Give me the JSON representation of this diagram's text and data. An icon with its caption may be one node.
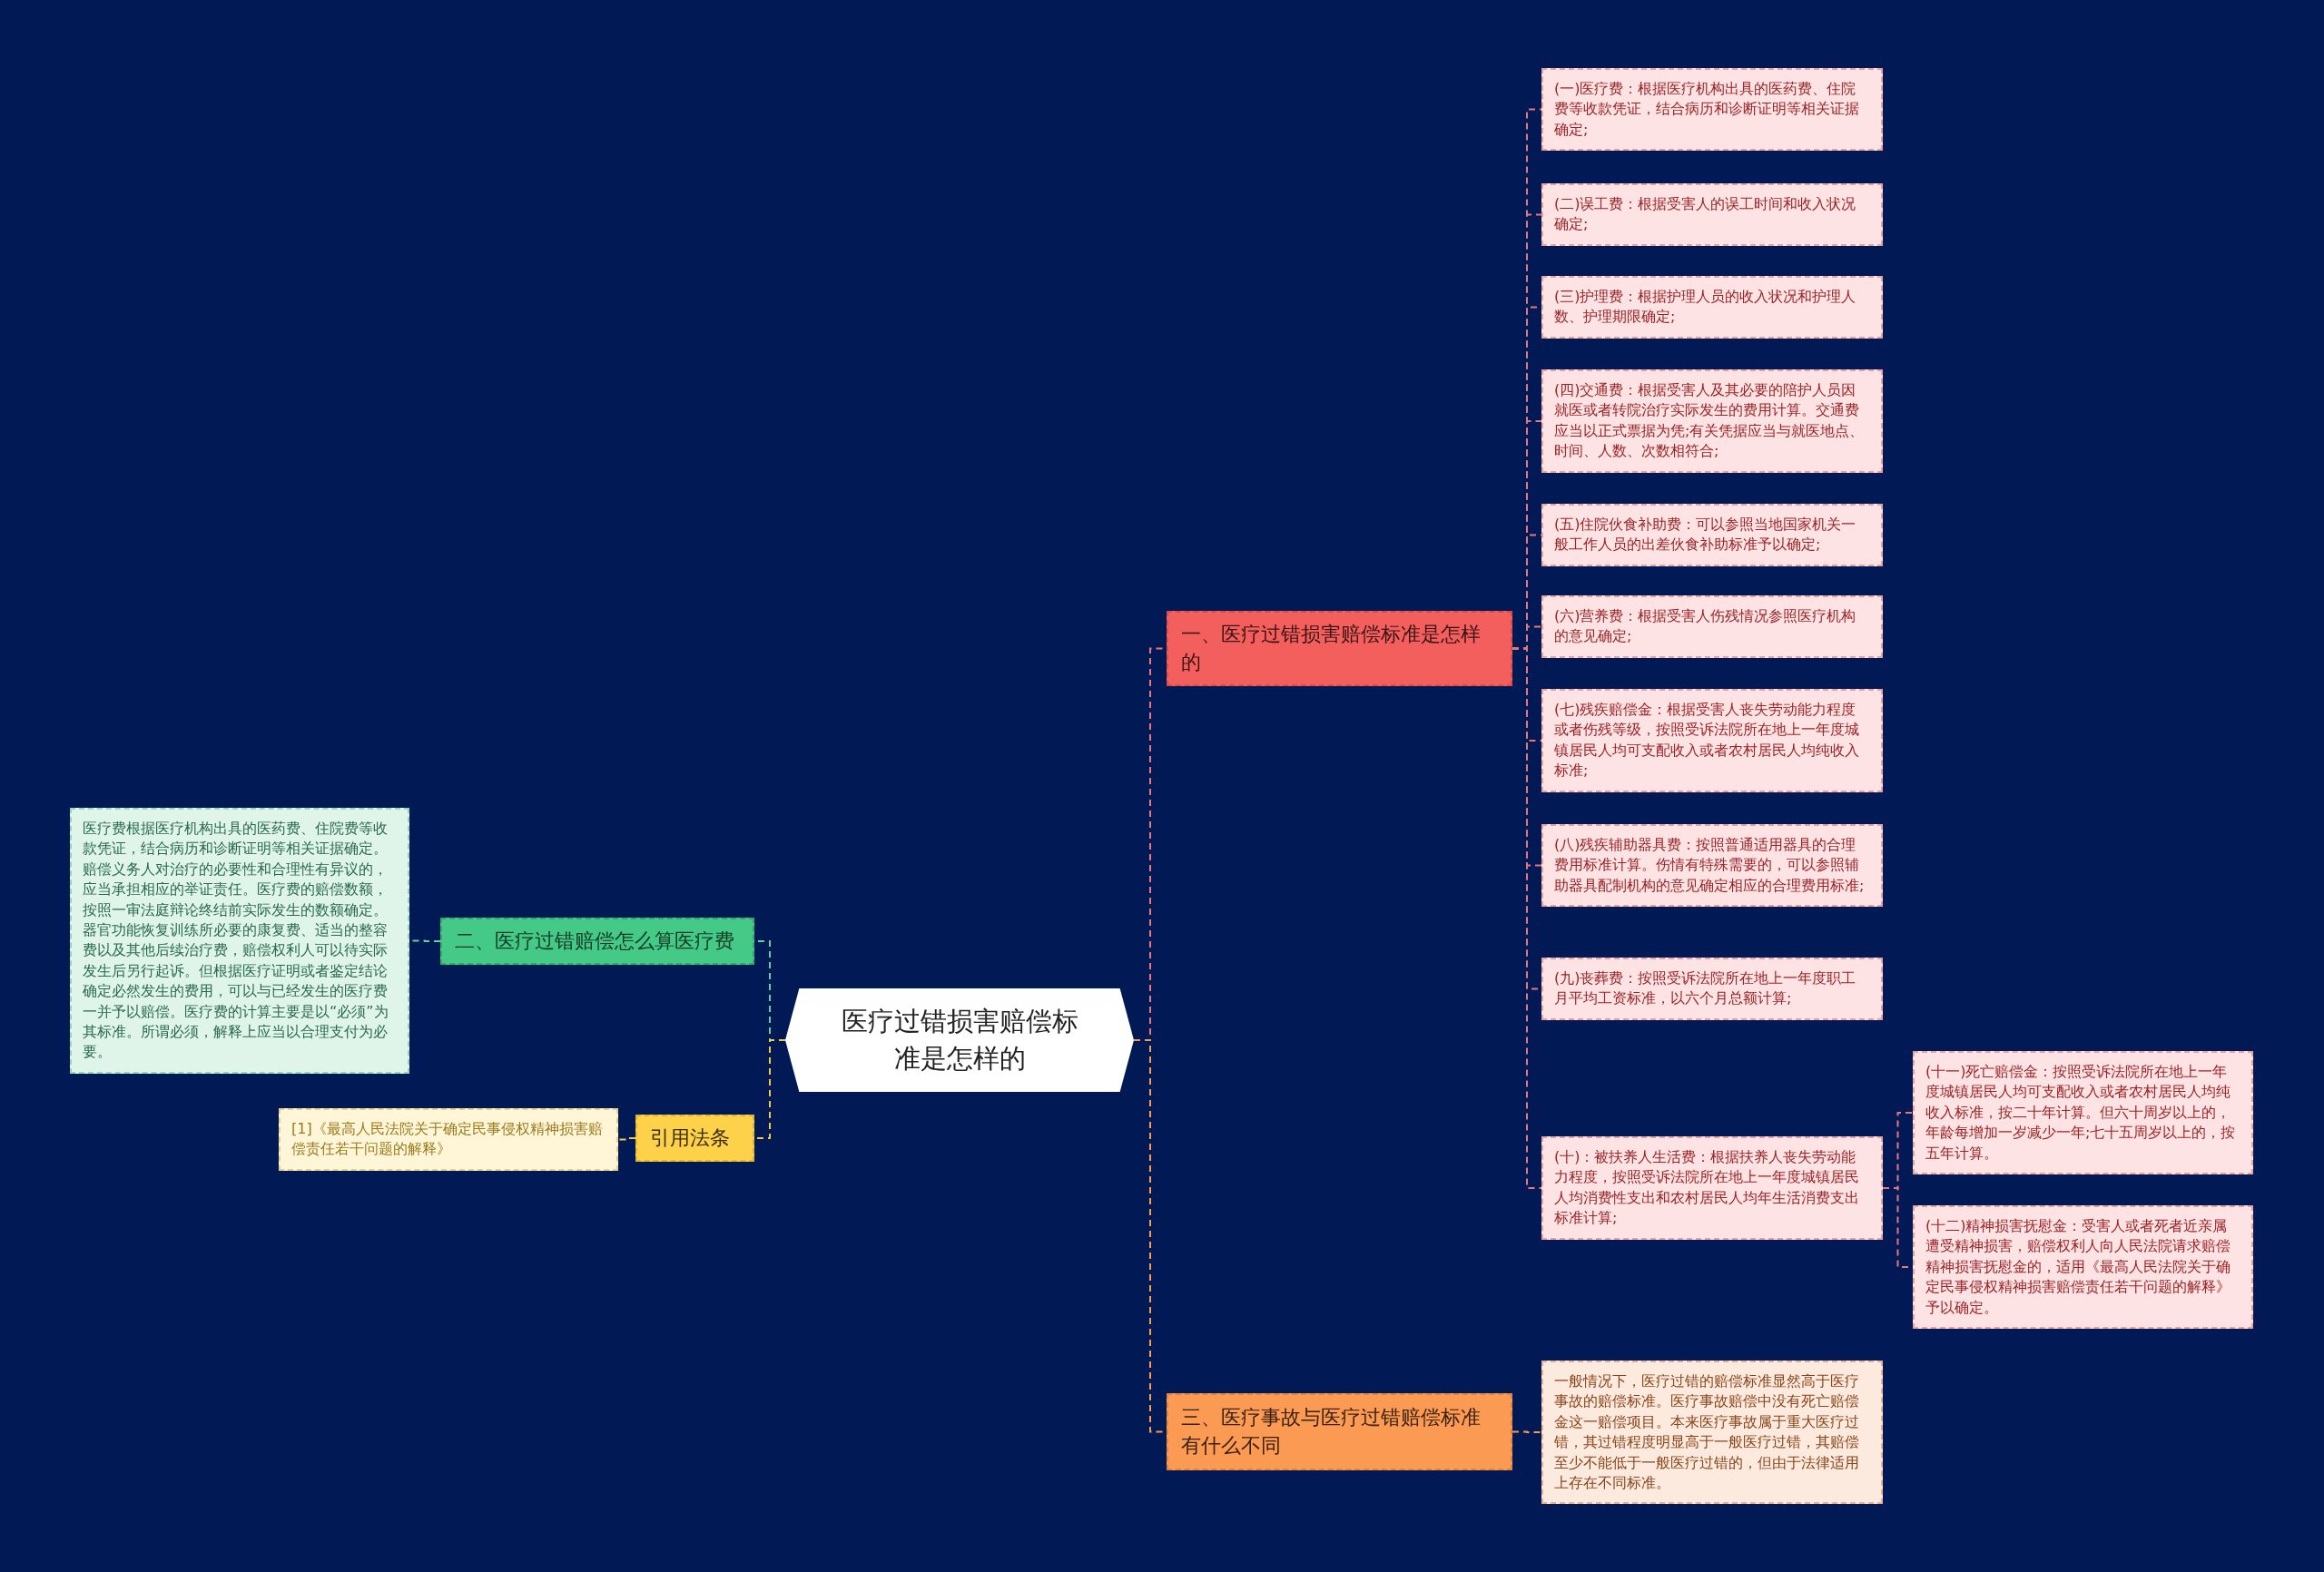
{
  "diagram": {
    "nodes": [
      {
        "text": [
          "医疗过错损害赔偿标准是怎样的"
        ]
      },
      {
        "text": [
          "一、医疗过错损害赔偿标准是怎样的"
        ]
      },
      {
        "text": [
          "(一)医疗费：根据医疗机构出具的医药费、住院费等收款凭证，结合病历和诊断证明等相关证据确定;"
        ]
      },
      {
        "text": [
          "(二)误工费：根据受害人的误工时间和收入状况确定;"
        ]
      },
      {
        "text": [
          "(三)护理费：根据护理人员的收入状况和护理人数、护理期限确定;"
        ]
      },
      {
        "text": [
          "(四)交通费：根据受害人及其必要的陪护人员因就医或者转院治疗实际发生的费用计算。交通费应当以正式票据为凭;有关凭据应当与就医地点、时间、人数、次数相符合;"
        ]
      },
      {
        "text": [
          "(五)住院伙食补助费：可以参照当地国家机关一般工作人员的出差伙食补助标准予以确定;"
        ]
      },
      {
        "text": [
          "(六)营养费：根据受害人伤残情况参照医疗机构的意见确定;"
        ]
      },
      {
        "text": [
          "(七)残疾赔偿金：根据受害人丧失劳动能力程度或者伤残等级，按照受诉法院所在地上一年度城镇居民人均可支配收入或者农村居民人均纯收入标准;"
        ]
      },
      {
        "text": [
          "(八)残疾辅助器具费：按照普通适用器具的合理费用标准计算。伤情有特殊需要的，可以参照辅助器具配制机构的意见确定相应的合理费用标准;"
        ]
      },
      {
        "text": [
          "(九)丧葬费：按照受诉法院所在地上一年度职工月平均工资标准，以六个月总额计算;"
        ]
      },
      {
        "text": [
          "(十)：被扶养人生活费：根据扶养人丧失劳动能力程度，按照受诉法院所在地上一年度城镇居民人均消费性支出和农村居民人均年生活消费支出标准计算;"
        ]
      },
      {
        "text": [
          "(十一)死亡赔偿金：按照受诉法院所在地上一年度城镇居民人均可支配收入或者农村居民人均纯收入标准，按二十年计算。但六十周岁以上的，年龄每增加一岁减少一年;七十五周岁以上的，按五年计算。"
        ]
      },
      {
        "text": [
          "(十二)精神损害抚慰金：受害人或者死者近亲属遭受精神损害，赔偿权利人向人民法院请求赔偿精神损害抚慰金的，适用《最高人民法院关于确定民事侵权精神损害赔偿责任若干问题的解释》予以确定。"
        ]
      },
      {
        "text": [
          "三、医疗事故与医疗过错赔偿标准有什么不同"
        ]
      },
      {
        "text": [
          "一般情况下，医疗过错的赔偿标准显然高于医疗事故的赔偿标准。医疗事故赔偿中没有死亡赔偿金这一赔偿项目。本来医疗事故属于重大医疗过错，其过错程度明显高于一般医疗过错，其赔偿至少不能低于一般医疗过错的，但由于法律适用上存在不同标准。"
        ]
      },
      {
        "text": [
          "二、医疗过错赔偿怎么算医疗费"
        ]
      },
      {
        "text": [
          "医疗费根据医疗机构出具的医药费、住院费等收款凭证，结合病历和诊断证明等相关证据确定。赔偿义务人对治疗的必要性和合理性有异议的，应当承担相应的举证责任。医疗费的赔偿数额，按照一审法庭辩论终结前实际发生的数额确定。器官功能恢复训练所必要的康复费、适当的整容费以及其他后续治疗费，赔偿权利人可以待实际发生后另行起诉。但根据医疗证明或者鉴定结论确定必然发生的费用，可以与已经发生的医疗费一并予以赔偿。医疗费的计算主要是以“必须”为其标准。所谓必须，解释上应当以合理支付为必要。"
        ]
      },
      {
        "text": [
          "引用法条"
        ]
      },
      {
        "text": [
          "[1]《最高人民法院关于确定民事侵权精神损害赔偿责任若干问题的解释》"
        ]
      }
    ],
    "edges": [
      {
        "from": 0,
        "to": 1,
        "arrow": "none"
      },
      {
        "from": 1,
        "to": 2,
        "arrow": "none"
      },
      {
        "from": 1,
        "to": 3,
        "arrow": "none"
      },
      {
        "from": 1,
        "to": 4,
        "arrow": "none"
      },
      {
        "from": 1,
        "to": 5,
        "arrow": "none"
      },
      {
        "from": 1,
        "to": 6,
        "arrow": "none"
      },
      {
        "from": 1,
        "to": 7,
        "arrow": "none"
      },
      {
        "from": 1,
        "to": 8,
        "arrow": "none"
      },
      {
        "from": 1,
        "to": 9,
        "arrow": "none"
      },
      {
        "from": 1,
        "to": 10,
        "arrow": "none"
      },
      {
        "from": 1,
        "to": 11,
        "arrow": "none"
      },
      {
        "from": 11,
        "to": 12,
        "arrow": "none"
      },
      {
        "from": 11,
        "to": 13,
        "arrow": "none"
      },
      {
        "from": 0,
        "to": 14,
        "arrow": "none",
        "color": "#f99a52"
      },
      {
        "from": 14,
        "to": 15,
        "arrow": "none",
        "color": "#f99a52"
      },
      {
        "from": 0,
        "to": 16,
        "arrow": "none",
        "color": "#5fd39a"
      },
      {
        "from": 16,
        "to": 17,
        "arrow": "none",
        "color": "#5fd39a"
      },
      {
        "from": 0,
        "to": 18,
        "arrow": "none",
        "color": "#f5c842"
      },
      {
        "from": 18,
        "to": 19,
        "arrow": "none",
        "color": "#f5c842"
      }
    ]
  }
}
